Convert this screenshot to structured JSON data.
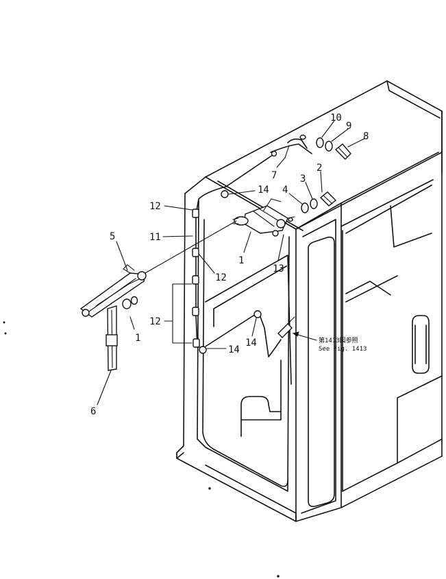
{
  "callouts": {
    "c1a": "1",
    "c1b": "1",
    "c2": "2",
    "c3": "3",
    "c4": "4",
    "c5": "5",
    "c6": "6",
    "c7": "7",
    "c8": "8",
    "c9": "9",
    "c10": "10",
    "c11": "11",
    "c12a": "12",
    "c12b": "12",
    "c12c": "12",
    "c13": "13",
    "c14a": "14",
    "c14b": "14",
    "c14c": "14"
  },
  "reference": {
    "jp": "第1413図参照",
    "en": "See Fig. 1413"
  }
}
